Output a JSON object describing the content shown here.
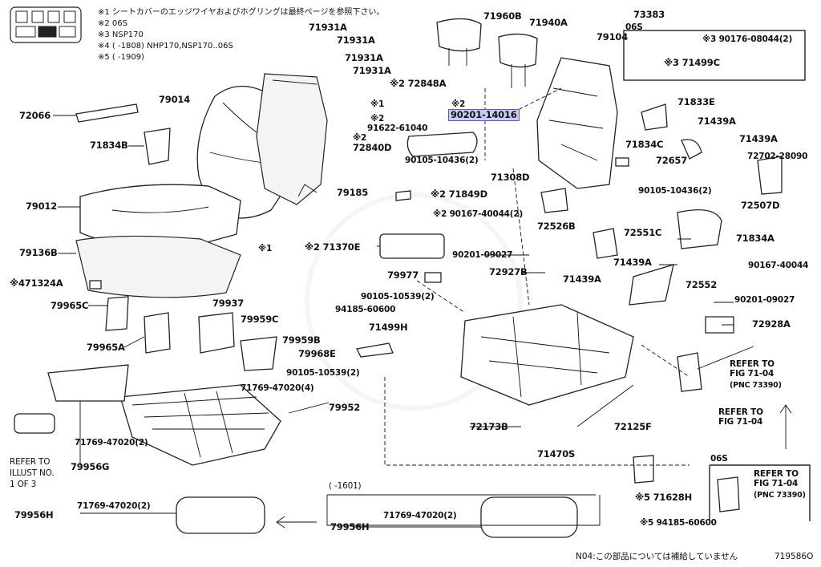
{
  "notes": [
    "※1 シートカバーのエッジワイヤおよびホグリングは最終ページを参照下さい。",
    "※2 06S",
    "※3 NSP170",
    "※4 (     -1808) NHP170,NSP170..06S",
    "※5 (     -1909)"
  ],
  "labels": {
    "p71960B": "71960B",
    "p71940A": "71940A",
    "p73383": "73383",
    "p71931A_1": "71931A",
    "p71931A_2": "71931A",
    "p71931A_3": "71931A",
    "p71931A_4": "71931A",
    "p72848A": "※2 72848A",
    "p79104": "79104",
    "box06s": "06S",
    "p90176": "※3 90176-08044(2)",
    "p71499C": "※3 71499C",
    "p72066": "72066",
    "p79014": "79014",
    "p_x1a": "※1",
    "p90201_14016_pre": "※2",
    "p90201_14016": "90201-14016",
    "p91622_pre": "※2",
    "p91622": "91622-61040",
    "p72840D_pre": "※2",
    "p72840D": "72840D",
    "p71833E": "71833E",
    "p71439A_1": "71439A",
    "p71834C": "71834C",
    "p71439A_2": "71439A",
    "p72702": "72702-28090",
    "p72657": "72657",
    "p90105_10436_1": "90105-10436(2)",
    "p71308D": "71308D",
    "p71834B": "71834B",
    "p79185": "79185",
    "p71849D": "※2 71849D",
    "p90105_10436_2": "90105-10436(2)",
    "p72507D": "72507D",
    "p79012": "79012",
    "p90167_40044_1": "※2 90167-40044(2)",
    "p72526B": "72526B",
    "p72551C": "72551C",
    "p71834A": "71834A",
    "p79136B": "79136B",
    "p_x1b": "※1",
    "p71370E": "※2 71370E",
    "p90201_09027_1": "90201-09027",
    "p90167_40044_2": "90167-40044",
    "p71324A": "※471324A",
    "p79977": "79977",
    "p72927B": "72927B",
    "p71439A_3": "71439A",
    "p71439A_4": "71439A",
    "p72552": "72552",
    "p79965C": "79965C",
    "p79937": "79937",
    "p90105_10539_1": "90105-10539(2)",
    "p90201_09027_2": "90201-09027",
    "p94185_1": "94185-60600",
    "p79959C": "79959C",
    "p72928A": "72928A",
    "p71499H": "71499H",
    "p79965A": "79965A",
    "p79959B": "79959B",
    "p79968E": "79968E",
    "p90105_10539_2": "90105-10539(2)",
    "p71769_1": "71769-47020(4)",
    "p79952": "79952",
    "p_ref1_a": "REFER TO",
    "p_ref1_b": "FIG 71-04",
    "p_ref1_c": "(PNC 73390)",
    "p_ref2_a": "REFER TO",
    "p_ref2_b": "FIG 71-04",
    "p72173B": "72173B",
    "p72125F": "72125F",
    "p71769_2": "71769-47020(2)",
    "p79956G": "79956G",
    "p71470S": "71470S",
    "p_illust_a": "REFER TO",
    "p_illust_b": "ILLUST NO.",
    "p_illust_c": "1 OF 3",
    "p71628H": "※5 71628H",
    "box06s_2": "06S",
    "p_ref3_a": "REFER TO",
    "p_ref3_b": "FIG 71-04",
    "p_ref3_c": "(PNC 73390)",
    "p1601": "(    -1601)",
    "p79956H_1": "79956H",
    "p71769_3": "71769-47020(2)",
    "p79956H_2": "79956H",
    "p71769_4": "71769-47020(2)",
    "p94185_2": "※5 94185-60600"
  },
  "footer": {
    "note": "N04:この部品については補給していません",
    "code": "719586O"
  },
  "colors": {
    "highlight": "#c8ccee",
    "line": "#111111"
  }
}
